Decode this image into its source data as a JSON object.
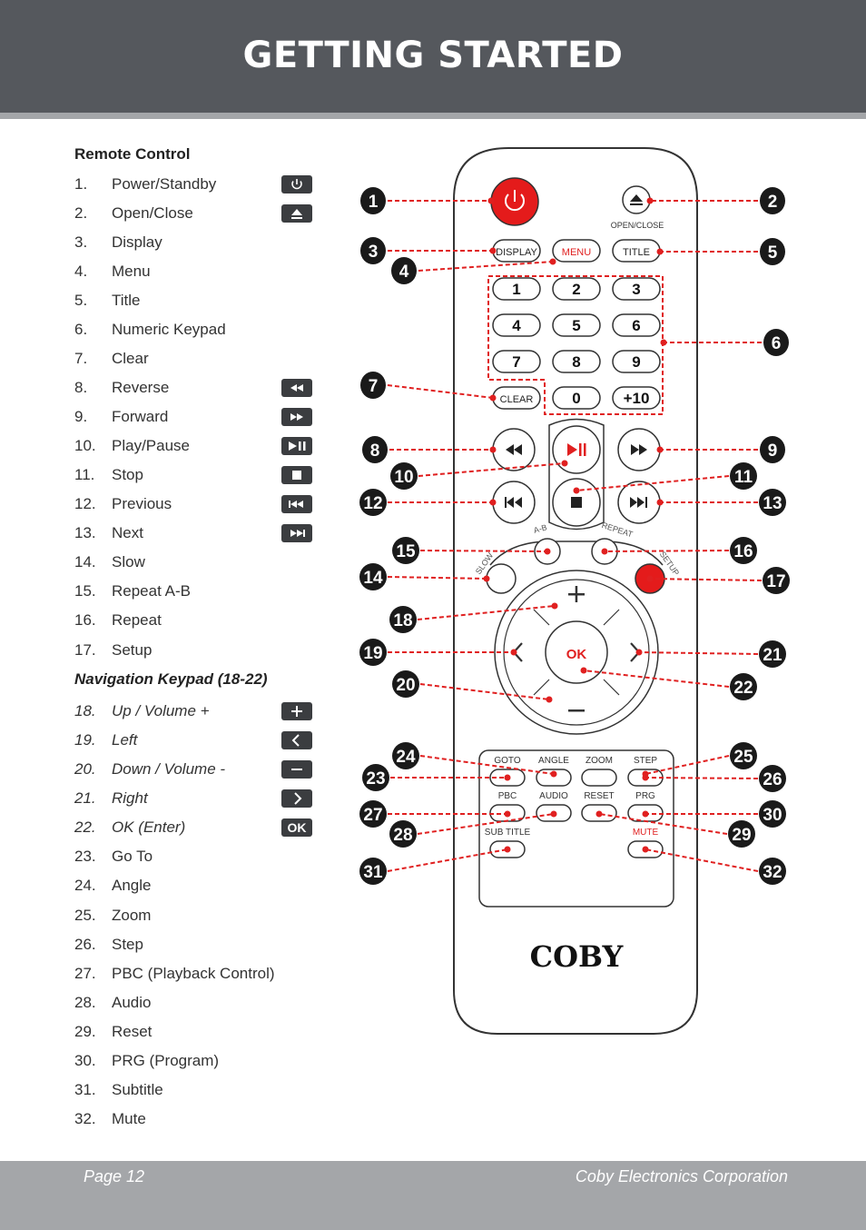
{
  "header": {
    "title": "GETTING STARTED"
  },
  "section": {
    "title": "Remote Control",
    "nav_title": "Navigation Keypad (18-22)"
  },
  "items": [
    {
      "num": "1.",
      "label": "Power/Standby",
      "icon": "power-icon"
    },
    {
      "num": "2.",
      "label": "Open/Close",
      "icon": "eject-icon"
    },
    {
      "num": "3.",
      "label": "Display",
      "icon": ""
    },
    {
      "num": "4.",
      "label": "Menu",
      "icon": ""
    },
    {
      "num": "5.",
      "label": "Title",
      "icon": ""
    },
    {
      "num": "6.",
      "label": "Numeric Keypad",
      "icon": ""
    },
    {
      "num": "7.",
      "label": "Clear",
      "icon": ""
    },
    {
      "num": "8.",
      "label": "Reverse",
      "icon": "reverse-icon"
    },
    {
      "num": "9.",
      "label": "Forward",
      "icon": "forward-icon"
    },
    {
      "num": "10.",
      "label": "Play/Pause",
      "icon": "play-pause-icon"
    },
    {
      "num": "11.",
      "label": "Stop",
      "icon": "stop-icon"
    },
    {
      "num": "12.",
      "label": "Previous",
      "icon": "previous-icon"
    },
    {
      "num": "13.",
      "label": "Next",
      "icon": "next-icon"
    },
    {
      "num": "14.",
      "label": "Slow",
      "icon": ""
    },
    {
      "num": "15.",
      "label": "Repeat A-B",
      "icon": ""
    },
    {
      "num": "16.",
      "label": "Repeat",
      "icon": ""
    },
    {
      "num": "17.",
      "label": "Setup",
      "icon": ""
    }
  ],
  "nav_items": [
    {
      "num": "18.",
      "label": "Up / Volume +",
      "icon": "plus-icon"
    },
    {
      "num": "19.",
      "label": "Left",
      "icon": "left-icon"
    },
    {
      "num": "20.",
      "label": "Down / Volume -",
      "icon": "minus-icon"
    },
    {
      "num": "21.",
      "label": "Right",
      "icon": "right-icon"
    },
    {
      "num": "22.",
      "label": "OK (Enter)",
      "icon": "ok-icon",
      "icon_text": "OK"
    }
  ],
  "more_items": [
    {
      "num": "23.",
      "label": "Go To"
    },
    {
      "num": "24.",
      "label": "Angle"
    },
    {
      "num": "25.",
      "label": "Zoom"
    },
    {
      "num": "26.",
      "label": "Step"
    },
    {
      "num": "27.",
      "label": "PBC (Playback Control)"
    },
    {
      "num": "28.",
      "label": "Audio"
    },
    {
      "num": "29.",
      "label": "Reset"
    },
    {
      "num": "30.",
      "label": "PRG (Program)"
    },
    {
      "num": "31.",
      "label": "Subtitle"
    },
    {
      "num": "32.",
      "label": "Mute"
    }
  ],
  "remote": {
    "brand": "COBY",
    "labels": {
      "open_close": "OPEN/CLOSE",
      "display": "DISPLAY",
      "menu": "MENU",
      "title": "TITLE",
      "clear": "CLEAR",
      "ab": "A-B",
      "repeat": "REPEAT",
      "slow": "SLOW",
      "setup": "SETUP",
      "ok": "OK",
      "goto": "GOTO",
      "angle": "ANGLE",
      "zoom": "ZOOM",
      "step": "STEP",
      "pbc": "PBC",
      "audio": "AUDIO",
      "reset": "RESET",
      "prg": "PRG",
      "subtitle": "SUB TITLE",
      "mute": "MUTE"
    },
    "digits": [
      "1",
      "2",
      "3",
      "4",
      "5",
      "6",
      "7",
      "8",
      "9",
      "0",
      "+10"
    ],
    "callouts": [
      "1",
      "2",
      "3",
      "4",
      "5",
      "6",
      "7",
      "8",
      "9",
      "10",
      "11",
      "12",
      "13",
      "14",
      "15",
      "16",
      "17",
      "18",
      "19",
      "20",
      "21",
      "22",
      "23",
      "24",
      "25",
      "26",
      "27",
      "28",
      "29",
      "30",
      "31",
      "32"
    ]
  },
  "footer": {
    "page": "Page 12",
    "corp": "Coby Electronics Corporation"
  },
  "colors": {
    "header": "#55585d",
    "footer": "#a4a6a9",
    "accent": "#e02020",
    "power": "#e41b1b"
  }
}
